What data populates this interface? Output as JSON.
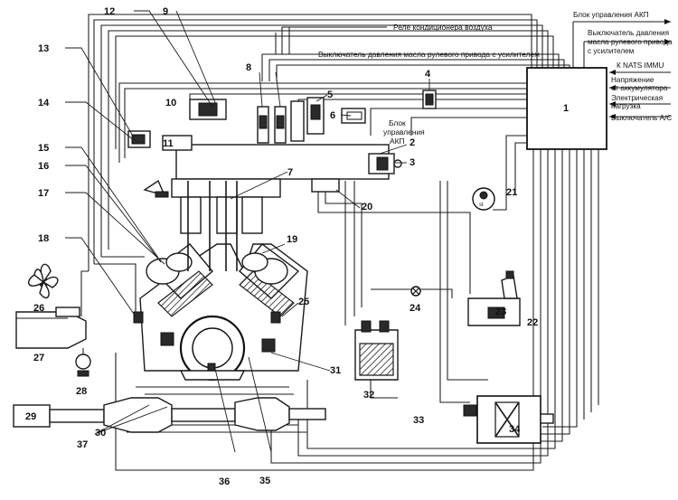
{
  "labels": {
    "akp_unit_top": "Блок управления АКП",
    "ps_switch_r1": "Выключатель давления",
    "ps_switch_r2": "масла рулевого привода",
    "ps_switch_r3": "с усилителем",
    "nats": "К NATS IMMU",
    "battery_r1": "Напряжение",
    "battery_r2": "от аккумулятора",
    "load_r1": "Электрическая",
    "load_r2": "нагрузка",
    "ac_switch": "Выключатель А/С",
    "ac_relay": "Реле кондиционера воздуха",
    "ps_switch_mid": "Выключатель давления масла рулевого привода с усилителем",
    "akp_mid_r1": "Блок",
    "akp_mid_r2": "управления",
    "akp_mid_r3": "АКП"
  },
  "callouts": [
    "1",
    "2",
    "3",
    "4",
    "5",
    "6",
    "7",
    "8",
    "9",
    "10",
    "11",
    "12",
    "13",
    "14",
    "15",
    "16",
    "17",
    "18",
    "19",
    "20",
    "21",
    "22",
    "23",
    "24",
    "25",
    "26",
    "27",
    "28",
    "29",
    "30",
    "31",
    "32",
    "33",
    "34",
    "35",
    "36",
    "37"
  ]
}
